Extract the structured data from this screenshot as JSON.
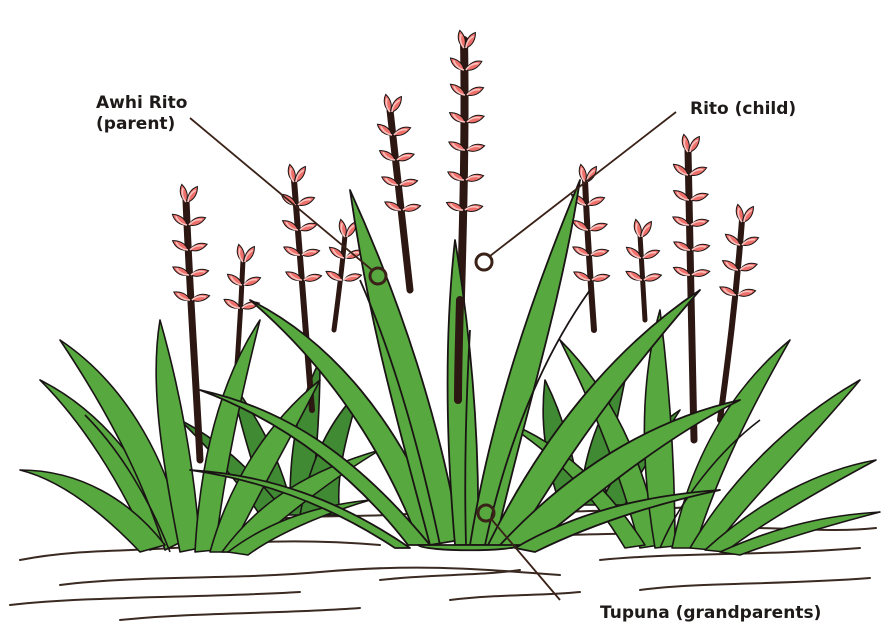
{
  "labels": {
    "parent_line1": "Awhi Rito",
    "parent_line2": "(parent)",
    "child": "Rito (child)",
    "grandparents": "Tupuna (grandparents)"
  },
  "colors": {
    "leaf": "#56a83f",
    "leaf_dark": "#3f8a32",
    "outline": "#1a1414",
    "stalk": "#2d1712",
    "flower": "#ef6f6a",
    "flower_light": "#f8c3bf",
    "ground": "#3a2a22",
    "marker": "#3a2218"
  },
  "icons": [
    "marker-circle-icon",
    "flax-plant-icon"
  ]
}
